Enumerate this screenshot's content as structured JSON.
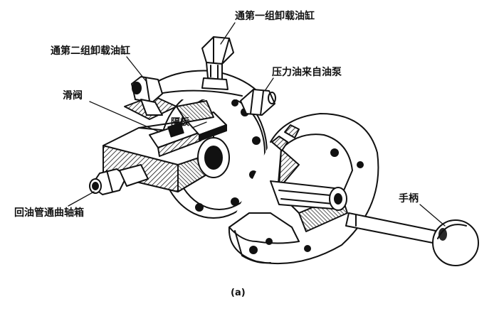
{
  "labels": {
    "unload_cylinder_1": "通第一组卸载油缸",
    "unload_cylinder_2": "通第二组卸载油缸",
    "pump_pressure_oil": "压力油来自油泵",
    "slide_valve": "滑阀",
    "partition_plate": "隔板",
    "return_to_crankcase": "回油管通曲轴箱",
    "handle": "手柄",
    "caption": "(a)"
  },
  "colors": {
    "ink": "#111111",
    "paper": "#ffffff"
  }
}
